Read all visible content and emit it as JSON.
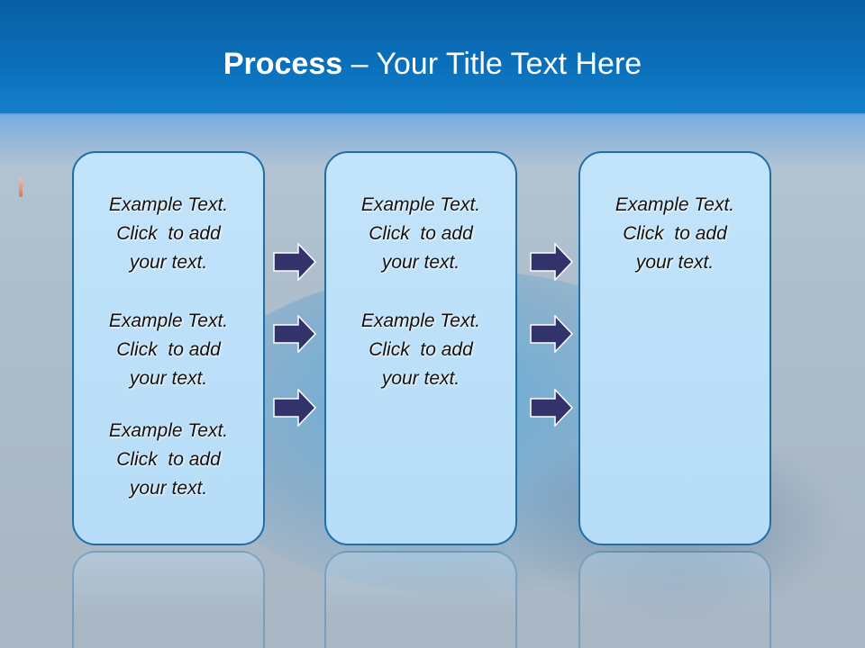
{
  "slide": {
    "title_bold": "Process",
    "title_rest": " – Your Title Text Here"
  },
  "columns": [
    {
      "items": [
        {
          "line1": "Example Text.",
          "line2": "Click  to add",
          "line3": "your text."
        },
        {
          "line1": "Example Text.",
          "line2": "Click  to add",
          "line3": "your text."
        },
        {
          "line1": "Example Text.",
          "line2": "Click  to add",
          "line3": "your text."
        }
      ]
    },
    {
      "items": [
        {
          "line1": "Example Text.",
          "line2": "Click  to add",
          "line3": "your text."
        },
        {
          "line1": "Example Text.",
          "line2": "Click  to add",
          "line3": "your text."
        }
      ]
    },
    {
      "items": [
        {
          "line1": "Example Text.",
          "line2": "Click  to add",
          "line3": "your text."
        }
      ]
    }
  ],
  "arrows": {
    "icon": "right-arrow-icon",
    "fill": "#33336b",
    "stroke": "#ffffff"
  },
  "colors": {
    "header": "#0a6fba",
    "box_fill": "#c2e4fb",
    "box_border": "#1f6ea6"
  }
}
